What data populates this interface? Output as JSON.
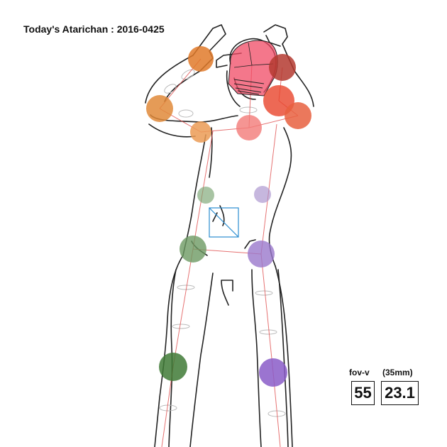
{
  "title": "Today's Atarichan : 2016-0425",
  "camera": {
    "fov_label": "fov-v",
    "lens_label": "(35mm)",
    "fov_value": "55",
    "lens_value": "23.1"
  },
  "joint_colors": {
    "right_arm": "#e07a2a",
    "left_arm": "#e8432a",
    "head": "#f04a64",
    "head_back": "#b43a30",
    "chest": "#f27b78",
    "right_leg": "#4f8b46",
    "left_leg": "#8a5cc8",
    "center_marker": "#2a8cd0",
    "bone_line": "#e05050"
  }
}
